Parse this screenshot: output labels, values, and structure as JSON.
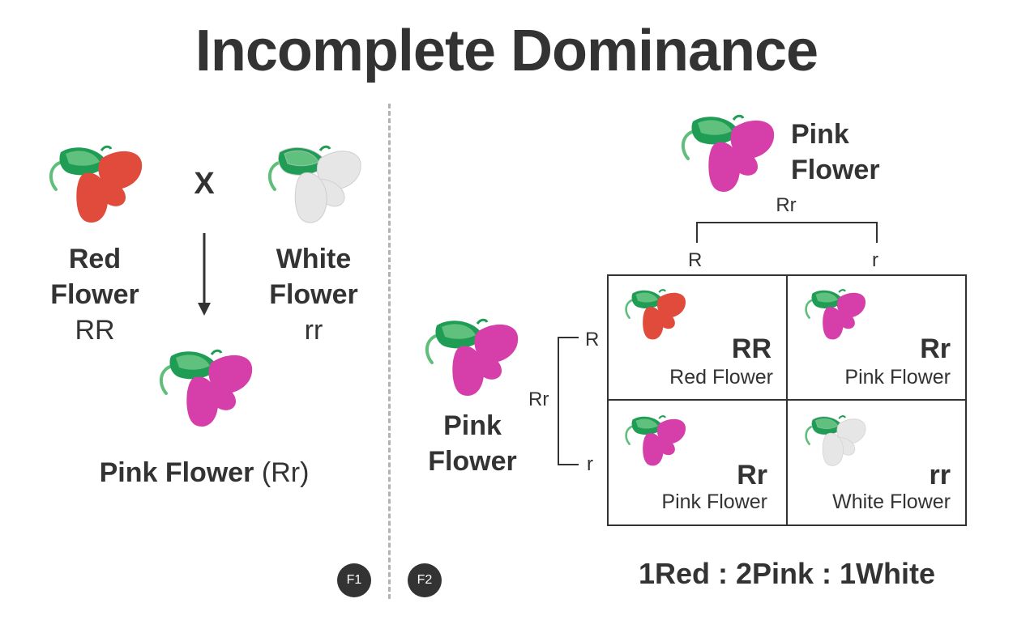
{
  "title": "Incomplete Dominance",
  "colors": {
    "red": "#e04b3c",
    "white": "#e6e6e6",
    "pink": "#d63fa9",
    "green": "#1f9d55",
    "text": "#333333"
  },
  "f1": {
    "parent1": {
      "line1": "Red",
      "line2": "Flower",
      "genotype": "RR"
    },
    "cross_symbol": "X",
    "parent2": {
      "line1": "White",
      "line2": "Flower",
      "genotype": "rr"
    },
    "offspring": {
      "label": "Pink Flower",
      "genotype": "(Rr)"
    },
    "badge": "F1"
  },
  "f2": {
    "badge": "F2",
    "top_parent": {
      "line1": "Pink",
      "line2": "Flower",
      "genotype": "Rr",
      "allele_left": "R",
      "allele_right": "r"
    },
    "side_parent": {
      "line1": "Pink",
      "line2": "Flower",
      "genotype": "Rr",
      "allele_top": "R",
      "allele_bottom": "r"
    },
    "cells": [
      {
        "genotype": "RR",
        "phenotype": "Red Flower"
      },
      {
        "genotype": "Rr",
        "phenotype": "Pink Flower"
      },
      {
        "genotype": "Rr",
        "phenotype": "Pink Flower"
      },
      {
        "genotype": "rr",
        "phenotype": "White Flower"
      }
    ],
    "ratio": "1Red : 2Pink : 1White"
  }
}
